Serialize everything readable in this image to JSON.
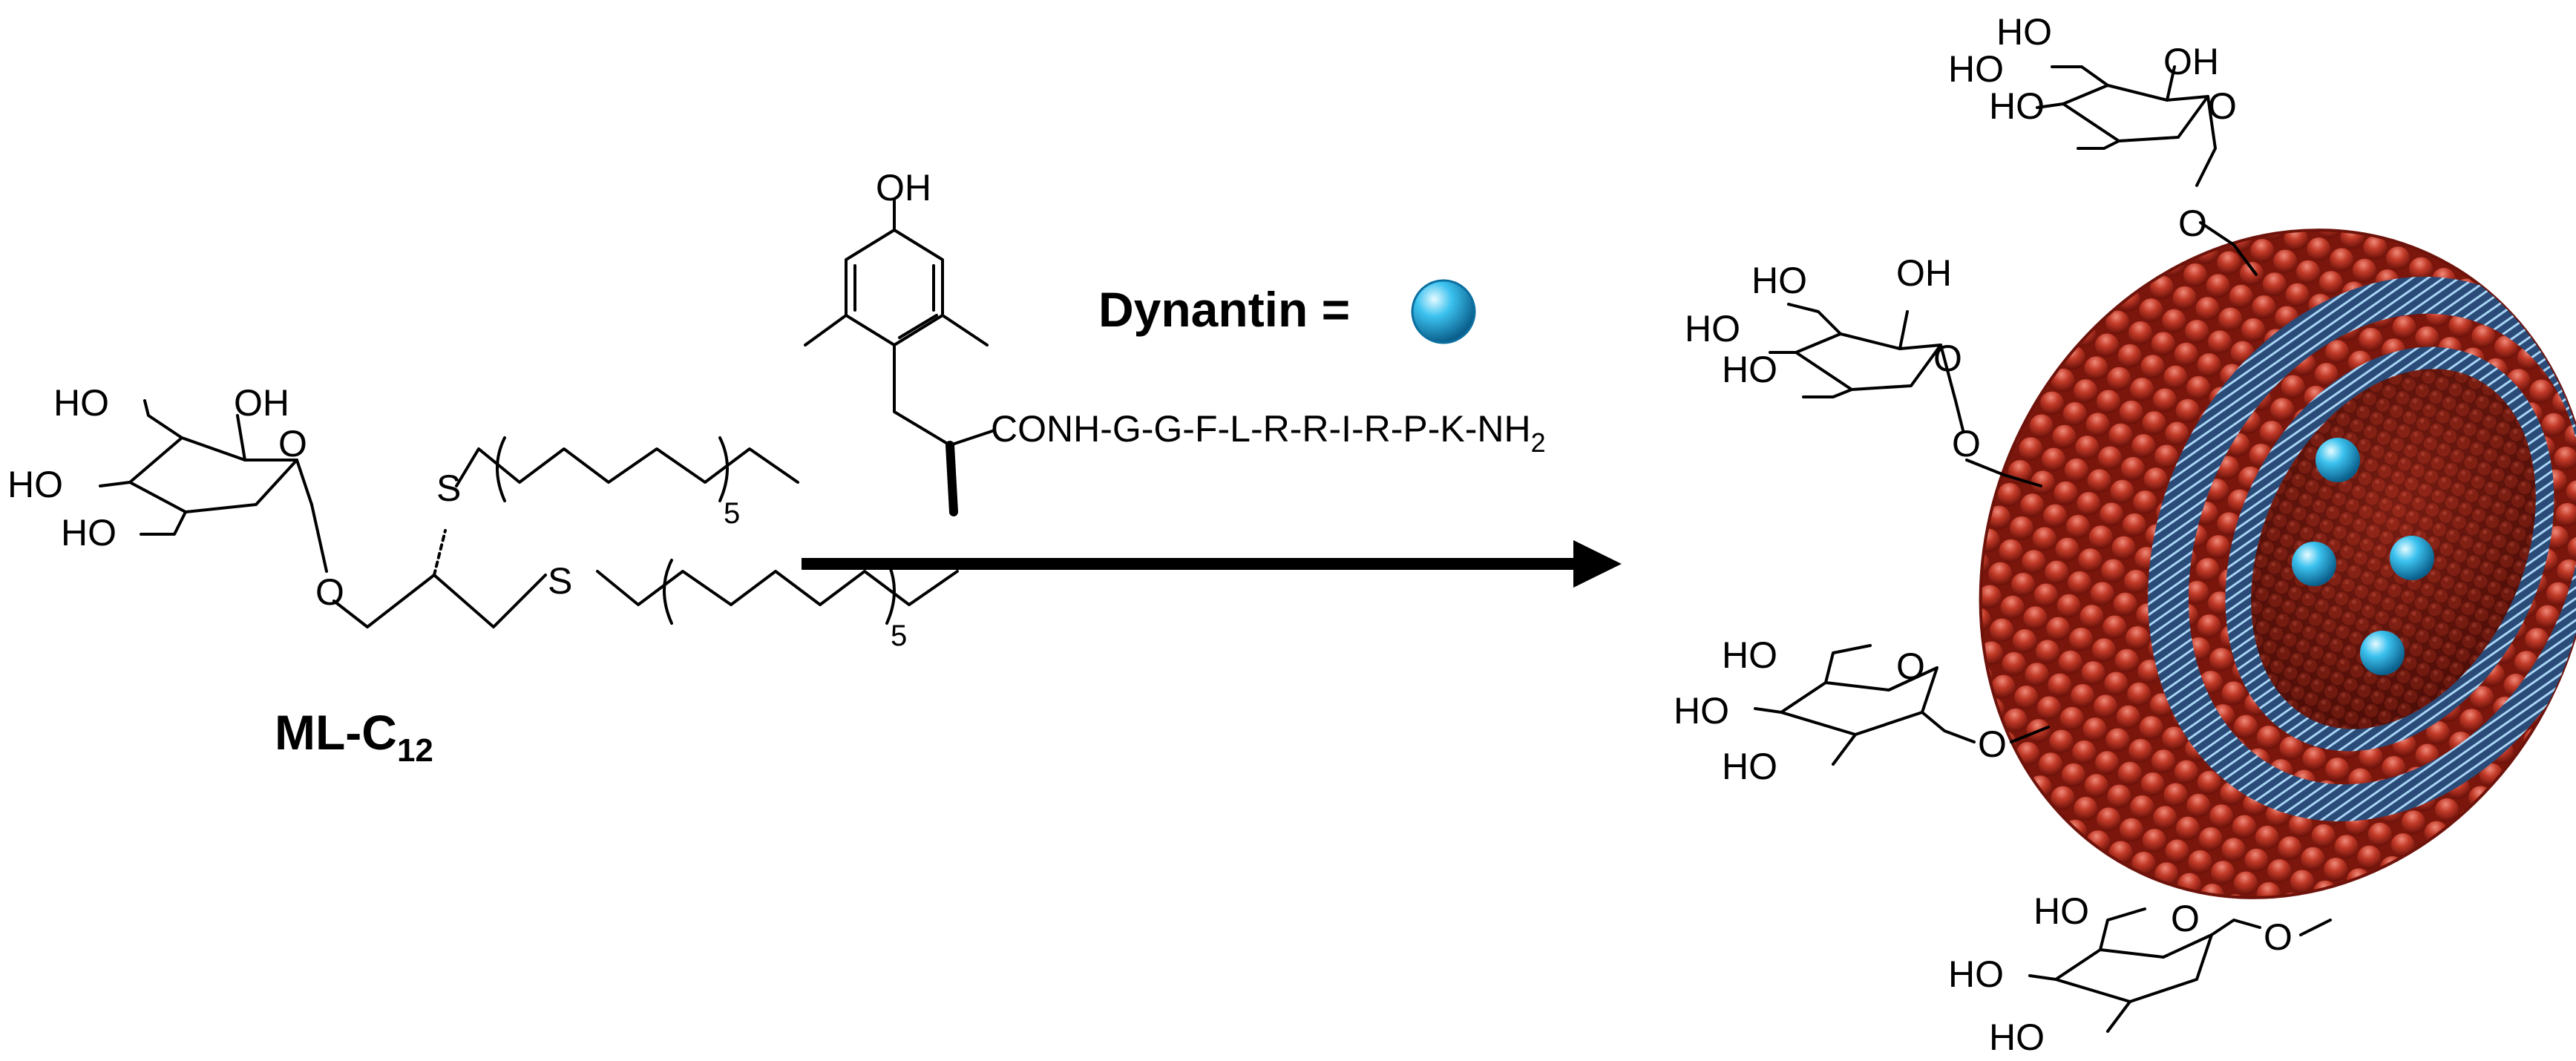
{
  "left_molecule": {
    "name_prefix": "ML-C",
    "name_subscript": "12",
    "atoms": {
      "ho_ch2": "HO",
      "oh_anomeric": "OH",
      "ho_mid": "HO",
      "ho_low": "HO",
      "ring_o": "O",
      "glyco_o": "O",
      "s_upper": "S",
      "s_lower": "S",
      "repeat_upper": "5",
      "repeat_lower": "5"
    }
  },
  "reagent": {
    "phenol_oh": "OH",
    "peptide_prefix": "CONH-G-G-F-L-R-R-I-R-P-K-NH",
    "peptide_subscript": "2",
    "legend_text": "Dynantin =",
    "legend_color": "#2aa8dd"
  },
  "product": {
    "shell_color": "#b0281c",
    "bilayer_color": "#7fb6e0",
    "payload_color": "#2aa8dd",
    "sugar_labels": {
      "s1": [
        "HO",
        "HO",
        "HO",
        "OH",
        "O",
        "O"
      ],
      "s2": [
        "HO",
        "HO",
        "HO",
        "OH",
        "O",
        "O"
      ],
      "s3": [
        "HO",
        "HO",
        "HO",
        "O",
        "O"
      ],
      "s4": [
        "HO",
        "HO",
        "HO",
        "O",
        "O"
      ]
    }
  }
}
